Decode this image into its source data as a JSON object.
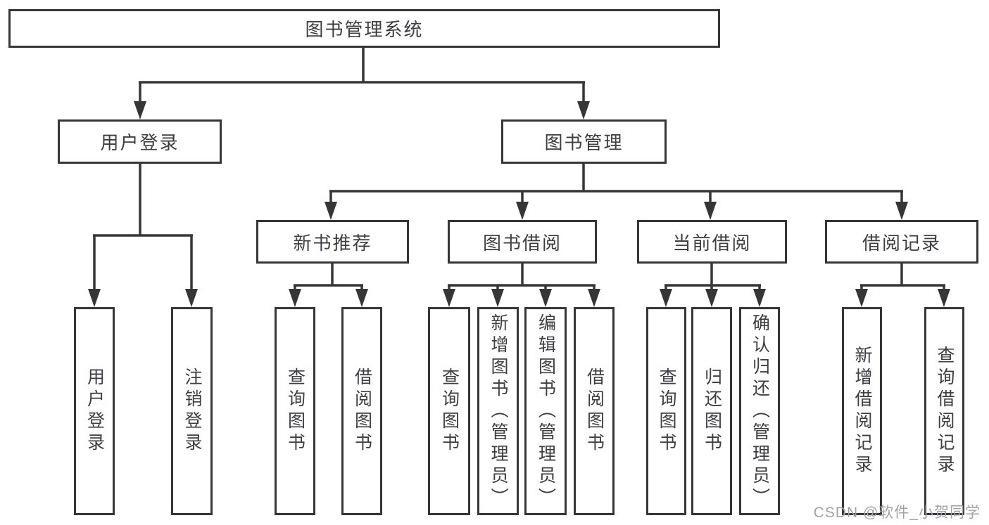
{
  "diagram": {
    "title": "图书管理系统",
    "level2": {
      "user_login": "用户登录",
      "book_management": "图书管理"
    },
    "level3": {
      "new_book_recommend": "新书推荐",
      "book_borrow": "图书借阅",
      "current_borrow": "当前借阅",
      "borrow_records": "借阅记录"
    },
    "leaves": {
      "user_login": "用户登录",
      "logout": "注销登录",
      "recommend_query_books": "查询图书",
      "recommend_borrow_books": "借阅图书",
      "borrow_query_books": "查询图书",
      "borrow_add_books_admin": "新增图书（管理员）",
      "borrow_edit_books_admin": "编辑图书（管理员）",
      "borrow_borrow_books": "借阅图书",
      "current_query_books": "查询图书",
      "current_return_books": "归还图书",
      "current_confirm_return_admin": "确认归还（管理员）",
      "records_add_record": "新增借阅记录",
      "records_query_record": "查询借阅记录"
    },
    "watermark": "CSDN @软件_小贺同学",
    "colors": {
      "line": "#363636",
      "text": "#3d3d44",
      "watermark": "#9fa3a8",
      "background": "#ffffff"
    }
  }
}
